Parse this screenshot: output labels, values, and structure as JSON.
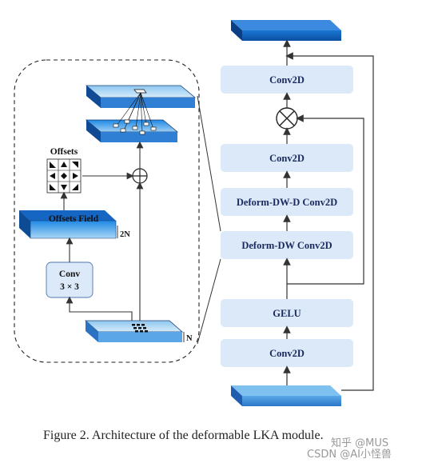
{
  "caption": "Figure 2. Architecture of the deformable LKA module.",
  "watermark": "CSDN @AI小怪兽",
  "watermark_zh": "知乎 @MUS",
  "main_blocks": {
    "conv2d_top": "Conv2D",
    "conv2d_mid": "Conv2D",
    "deform_dw_d": "Deform-DW-D Conv2D",
    "deform_dw": "Deform-DW Conv2D",
    "gelu": "GELU",
    "conv2d_bottom": "Conv2D"
  },
  "detail": {
    "offsets_label": "Offsets",
    "offsets_field": "Offsets Field",
    "conv_label": "Conv",
    "conv_kernel": "3 × 3",
    "multiplier_2n": "2N",
    "multiplier_n": "N"
  },
  "colors": {
    "block_fill": "#dbe9f8",
    "block_text": "#1a2a5e",
    "tensor_dark": "#1565c0",
    "tensor_light": "#6fb6ea",
    "line": "#333333"
  }
}
